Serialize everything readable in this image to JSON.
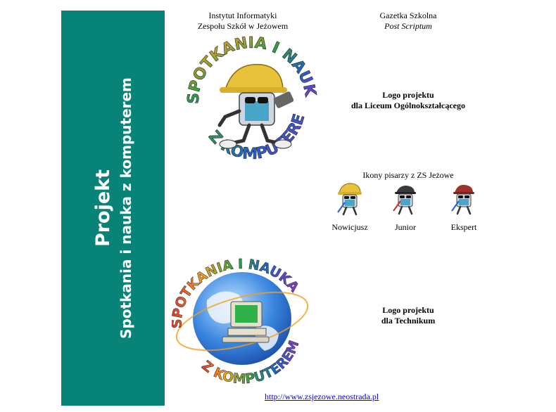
{
  "sidebar": {
    "title": "Projekt",
    "subtitle": "Spotkania i nauka z komputerem",
    "background_color": "#078378"
  },
  "header": {
    "left_line1": "Instytut Informatyki",
    "left_line2": "Zespołu Szkół w Jeżowem",
    "right_line1": "Gazetka Szkolna",
    "right_line2": "Post Scriptum"
  },
  "logo_lo": {
    "caption_line1": "Logo projektu",
    "caption_line2": "dla Liceum Ogólnokształcącego",
    "ring_top": "SPOTKANIA I NAUKA",
    "ring_bottom": "Z KOMPUTEREM"
  },
  "writer_icons": {
    "title": "Ikony pisarzy z ZS Jeżowe",
    "items": [
      {
        "label": "Nowicjusz",
        "hat_color": "#e8c23a"
      },
      {
        "label": "Junior",
        "hat_color": "#3a3a3a"
      },
      {
        "label": "Ekspert",
        "hat_color": "#a0302a"
      }
    ]
  },
  "logo_tech": {
    "caption_line1": "Logo projektu",
    "caption_line2": "dla Technikum",
    "ring_top": "SPOTKANIA I NAUKA",
    "ring_bottom": "Z KOMPUTEREM"
  },
  "footer": {
    "url": "http://www.zsjezowe.neostrada.pl"
  }
}
